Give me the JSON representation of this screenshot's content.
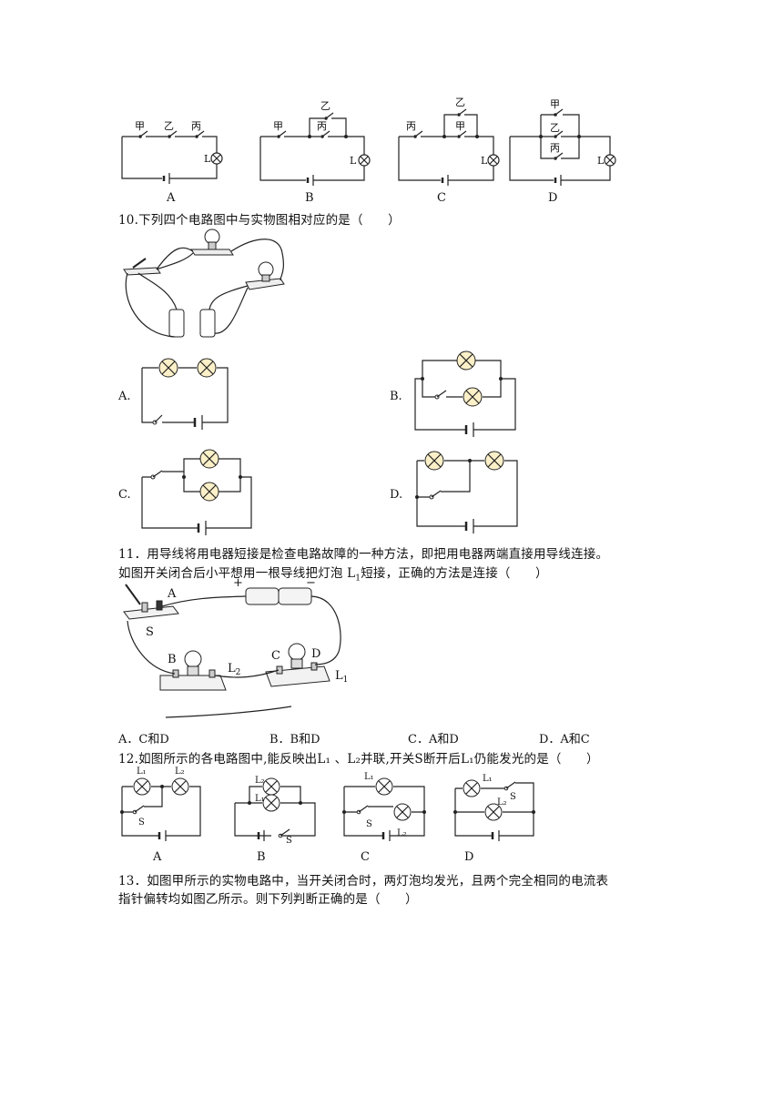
{
  "q9": {
    "diagrams": [
      {
        "letter": "A",
        "switches": [
          "甲",
          "乙",
          "丙"
        ],
        "lamp": "L"
      },
      {
        "letter": "B",
        "switches": [
          "甲",
          "乙",
          "丙"
        ],
        "lamp": "L"
      },
      {
        "letter": "C",
        "switches": [
          "丙",
          "乙",
          "甲"
        ],
        "lamp": "L"
      },
      {
        "letter": "D",
        "switches": [
          "甲",
          "乙",
          "丙"
        ],
        "lamp": "L"
      }
    ]
  },
  "q10": {
    "text": "10.下列四个电路图中与实物图相对应的是（　　）",
    "options": [
      "A.",
      "B.",
      "C.",
      "D."
    ]
  },
  "q11": {
    "line1": "11．用导线将用电器短接是检查电路故障的一种方法，即把用电器两端直接用导线连接。",
    "line2a": "如图开关闭合后小平想用一根导线把灯泡 L",
    "line2sub": "1",
    "line2b": "短接，正确的方法是连接（　　）",
    "figure": {
      "plus": "+",
      "minus": "−",
      "A": "A",
      "S": "S",
      "B": "B",
      "C": "C",
      "D": "D",
      "L2": "L",
      "L2sub": "2",
      "L1": "L",
      "L1sub": "1"
    },
    "options": [
      "A．C和D",
      "B．B和D",
      "C．A和D",
      "D．A和C"
    ]
  },
  "q12": {
    "text": "12.如图所示的各电路图中,能反映出L₁ 、L₂并联,开关S断开后L₁仍能发光的是（　　）",
    "labels": {
      "S": "S",
      "L1": "L₁",
      "L2": "L₂"
    },
    "letters": [
      "A",
      "B",
      "C",
      "D"
    ]
  },
  "q13": {
    "line1": "13．如图甲所示的实物电路中，当开关闭合时，两灯泡均发光，且两个完全相同的电流表",
    "line2": "指针偏转均如图乙所示。则下列判断正确的是（　　）"
  }
}
